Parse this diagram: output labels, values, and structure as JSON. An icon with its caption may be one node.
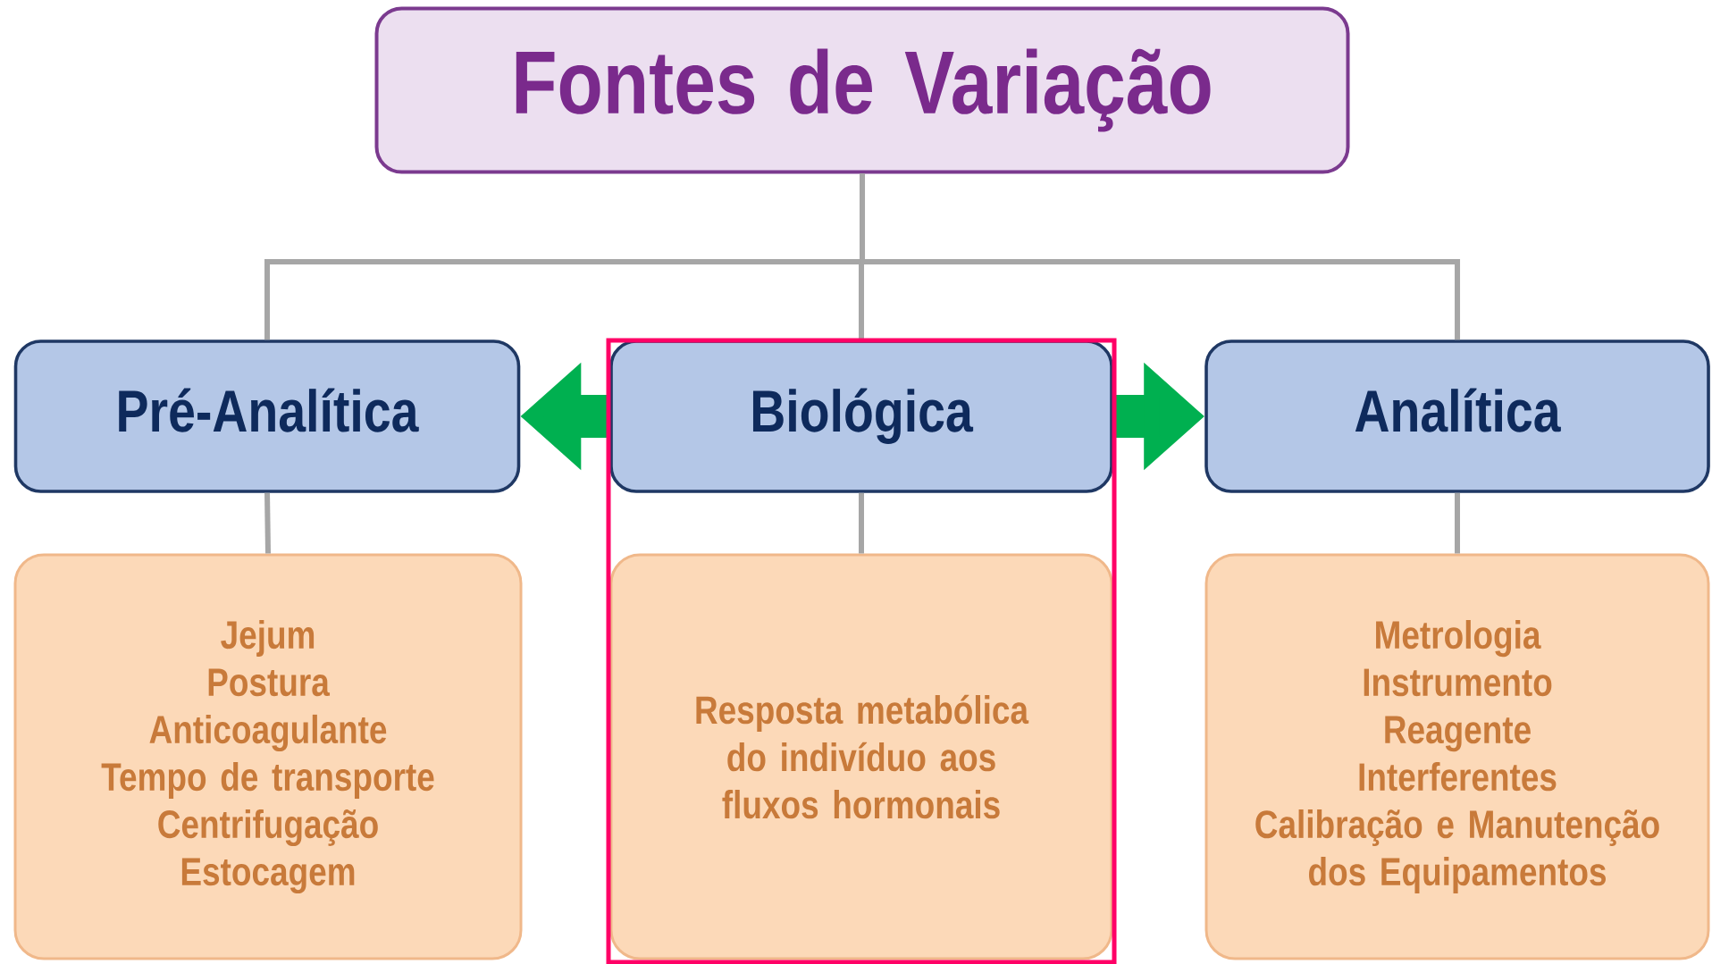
{
  "diagram": {
    "nodes": [
      {
        "text": [
          "Fontes de Variação"
        ]
      },
      {
        "text": [
          "Pré-Analítica"
        ]
      },
      {
        "text": [
          "Biológica"
        ]
      },
      {
        "text": [
          "Analítica"
        ]
      },
      {
        "text": [
          "Jejum",
          "Postura",
          "Anticoagulante",
          "Tempo de transporte",
          "Centrifugação",
          "Estocagem"
        ]
      },
      {
        "text": [
          "Resposta metabólica do indivíduo aos fluxos hormonais"
        ]
      },
      {
        "text": [
          "Metrologia",
          "Instrumento",
          "Reagente",
          "Interferentes",
          "Calibração e Manutenção dos Equipamentos"
        ]
      }
    ],
    "edges": [
      {
        "from": 0,
        "to": 1,
        "arrow": "none"
      },
      {
        "from": 0,
        "to": 2,
        "arrow": "none"
      },
      {
        "from": 0,
        "to": 3,
        "arrow": "none"
      },
      {
        "from": 1,
        "to": 4,
        "arrow": "none"
      },
      {
        "from": 2,
        "to": 5,
        "arrow": "none"
      },
      {
        "from": 3,
        "to": 6,
        "arrow": "none"
      },
      {
        "from": 2,
        "to": 1,
        "arrow": "to",
        "style": "thick",
        "color": "#00b050"
      },
      {
        "from": 2,
        "to": 3,
        "arrow": "to",
        "style": "thick",
        "color": "#00b050"
      }
    ]
  }
}
